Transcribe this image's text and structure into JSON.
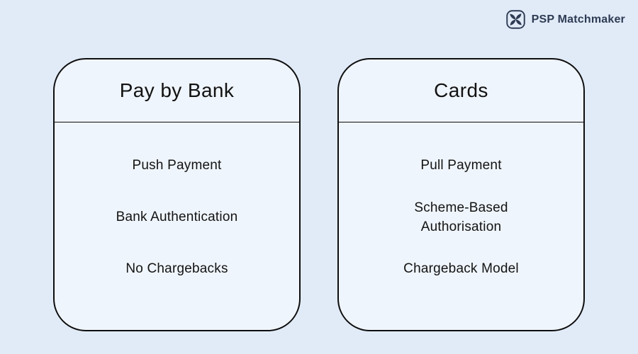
{
  "brand": {
    "name": "PSP Matchmaker",
    "icon": "pinwheel-icon",
    "color": "#2e3b54"
  },
  "colors": {
    "page_background": "#e1ebf8",
    "card_fill": "#eff5fc",
    "card_border": "#0e0e0e",
    "text": "#131313"
  },
  "cards": [
    {
      "title": "Pay by Bank",
      "items": [
        "Push Payment",
        "Bank Authentication",
        "No Chargebacks"
      ]
    },
    {
      "title": "Cards",
      "items": [
        "Pull Payment",
        "Scheme-Based Authorisation",
        "Chargeback Model"
      ]
    }
  ]
}
